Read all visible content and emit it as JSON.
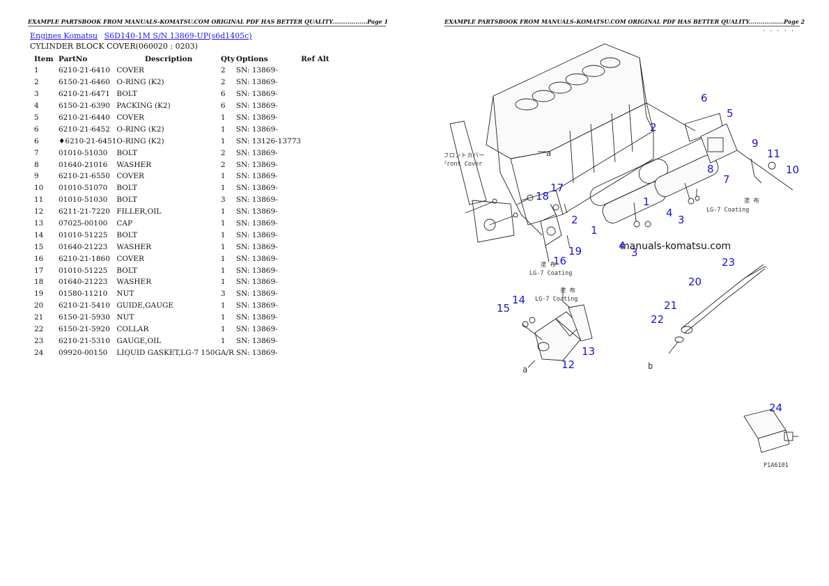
{
  "header": {
    "page1": "EXAMPLE PARTSBOOK FROM MANUALS-KOMATSU.COM ORIGINAL PDF HAS BETTER QUALITY..................Page 1",
    "page2": "EXAMPLE PARTSBOOK FROM MANUALS-KOMATSU.COM ORIGINAL PDF HAS BETTER QUALITY..................Page 2"
  },
  "breadcrumb": {
    "link1": "Engines Komatsu",
    "link2": "S6D140-1M S/N 13869-UP(s6d1405c)"
  },
  "section_title": "CYLINDER BLOCK COVER(060020 : 0203)",
  "table": {
    "headers": [
      "Item",
      "PartNo",
      "Description",
      "Qty",
      "Options",
      "Ref Alt"
    ],
    "rows": [
      [
        "1",
        "6210-21-6410",
        "COVER",
        "2",
        "SN: 13869-"
      ],
      [
        "2",
        "6150-21-6460",
        "O-RING (K2)",
        "2",
        "SN: 13869-"
      ],
      [
        "3",
        "6210-21-6471",
        "BOLT",
        "6",
        "SN: 13869-"
      ],
      [
        "4",
        "6150-21-6390",
        "PACKING (K2)",
        "6",
        "SN: 13869-"
      ],
      [
        "5",
        "6210-21-6440",
        "COVER",
        "1",
        "SN: 13869-"
      ],
      [
        "6",
        "6210-21-6452",
        "O-RING (K2)",
        "1",
        "SN: 13869-"
      ],
      [
        "6",
        "♦6210-21-6451",
        "O-RING (K2)",
        "1",
        "SN: 13126-13773"
      ],
      [
        "7",
        "01010-51030",
        "BOLT",
        "2",
        "SN: 13869-"
      ],
      [
        "8",
        "01640-21016",
        "WASHER",
        "2",
        "SN: 13869-"
      ],
      [
        "9",
        "6210-21-6550",
        "COVER",
        "1",
        "SN: 13869-"
      ],
      [
        "10",
        "01010-51070",
        "BOLT",
        "1",
        "SN: 13869-"
      ],
      [
        "11",
        "01010-51030",
        "BOLT",
        "3",
        "SN: 13869-"
      ],
      [
        "12",
        "6211-21-7220",
        "FILLER,OIL",
        "1",
        "SN: 13869-"
      ],
      [
        "13",
        "07025-00100",
        "CAP",
        "1",
        "SN: 13869-"
      ],
      [
        "14",
        "01010-51225",
        "BOLT",
        "1",
        "SN: 13869-"
      ],
      [
        "15",
        "01640-21223",
        "WASHER",
        "1",
        "SN: 13869-"
      ],
      [
        "16",
        "6210-21-1860",
        "COVER",
        "1",
        "SN: 13869-"
      ],
      [
        "17",
        "01010-51225",
        "BOLT",
        "1",
        "SN: 13869-"
      ],
      [
        "18",
        "01640-21223",
        "WASHER",
        "1",
        "SN: 13869-"
      ],
      [
        "19",
        "01580-11210",
        "NUT",
        "3",
        "SN: 13869-"
      ],
      [
        "20",
        "6210-21-5410",
        "GUIDE,GAUGE",
        "1",
        "SN: 13869-"
      ],
      [
        "21",
        "6150-21-5930",
        "NUT",
        "1",
        "SN: 13869-"
      ],
      [
        "22",
        "6150-21-5920",
        "COLLAR",
        "1",
        "SN: 13869-"
      ],
      [
        "23",
        "6210-21-5310",
        "GAUGE,OIL",
        "1",
        "SN: 13869-"
      ],
      [
        "24",
        "09920-00150",
        "LIQUID GASKET,LG-7 150G",
        "A/R",
        "SN: 13869-"
      ]
    ]
  },
  "diagram": {
    "watermark": "manuals-komatsu.com",
    "front_cover_jp": "フロントカバー",
    "front_cover_en": "Front Cover",
    "coating_jp": "塗 布",
    "coating_en": "LG-7 Coating",
    "ref_a": "a",
    "ref_b": "b",
    "code": "P1A6101",
    "corner_mark": "· · · · ·",
    "callouts": [
      "1",
      "2",
      "3",
      "4",
      "5",
      "6",
      "7",
      "8",
      "9",
      "10",
      "11",
      "12",
      "13",
      "14",
      "15",
      "16",
      "17",
      "18",
      "19",
      "20",
      "21",
      "22",
      "23",
      "24"
    ]
  }
}
